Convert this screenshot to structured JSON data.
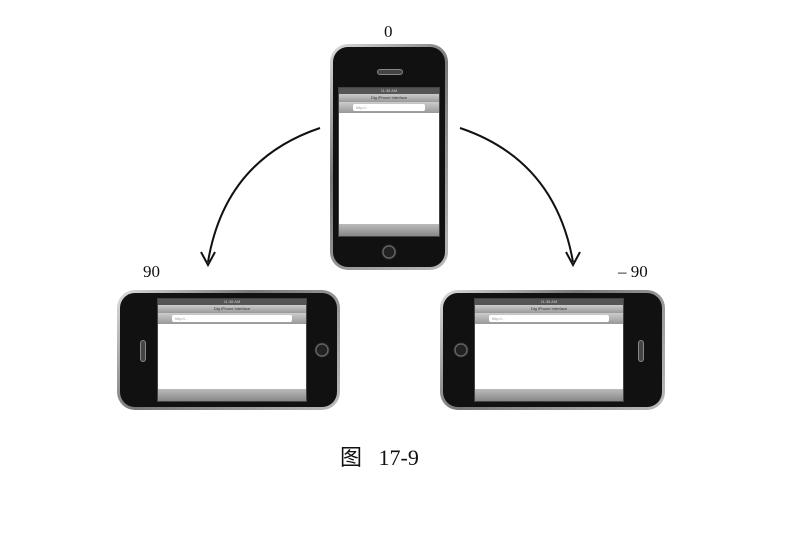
{
  "labels": {
    "top": "0",
    "left": "90",
    "right": "– 90"
  },
  "caption": {
    "prefix": "图",
    "number": "17-9"
  },
  "phone_screen": {
    "time": "11:38 AM",
    "title": "Dig iPhone Interface",
    "url": "http://..."
  }
}
